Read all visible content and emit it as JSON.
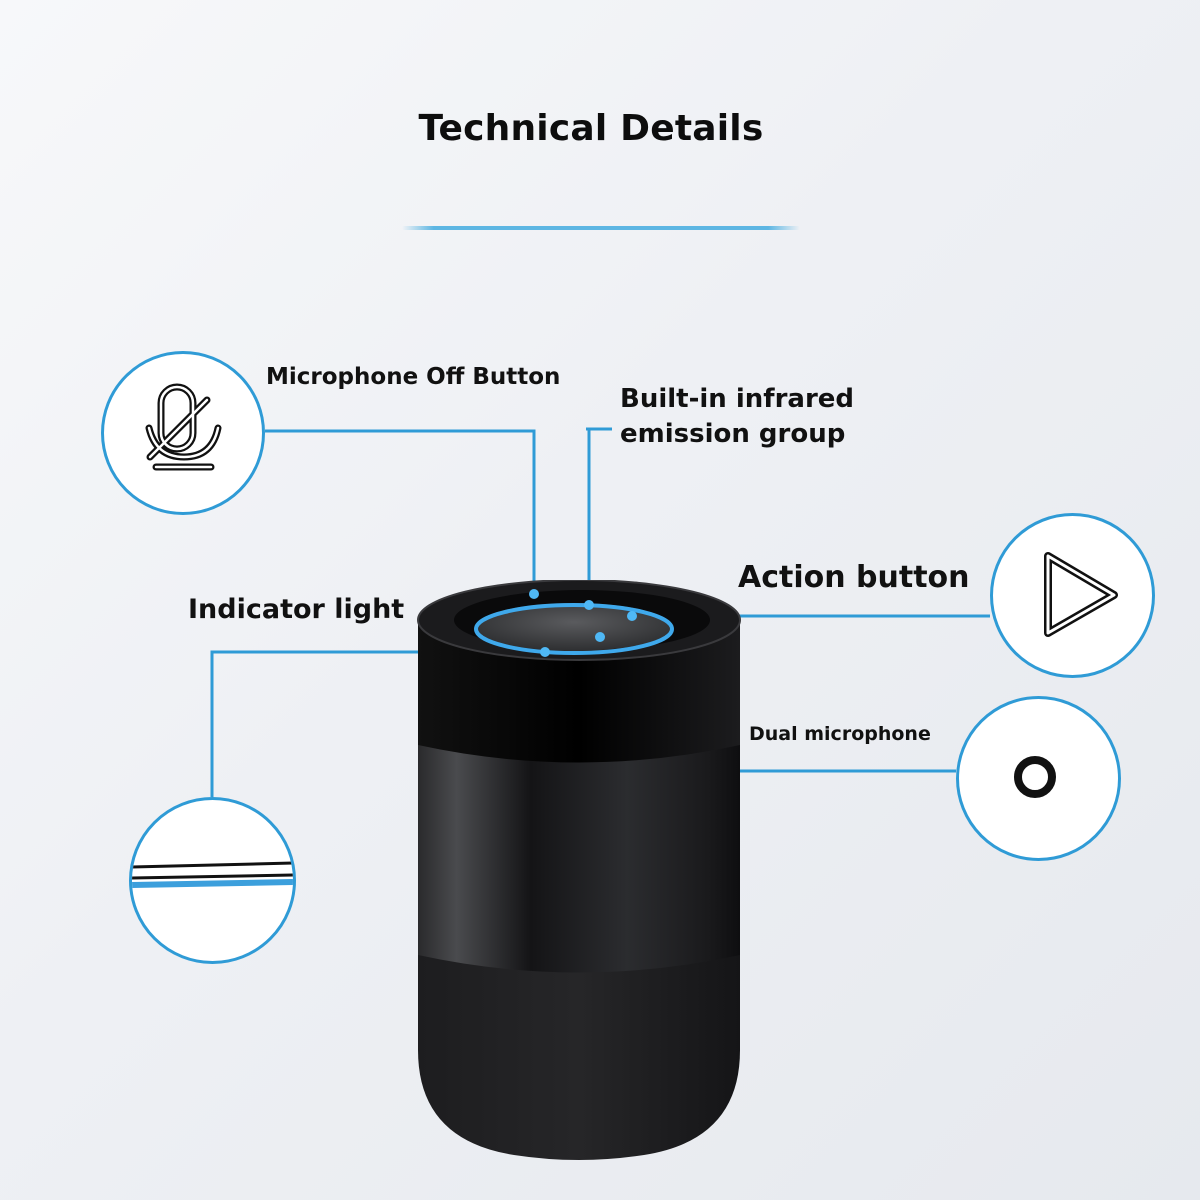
{
  "title": "Technical Details",
  "accent_color": "#2f9bd6",
  "callouts": {
    "microphone_off": {
      "label": "Microphone Off Button",
      "icon": "microphone-off-icon"
    },
    "infrared": {
      "line1": "Built-in infrared",
      "line2": "emission group"
    },
    "action": {
      "label": "Action button",
      "icon": "play-triangle-icon"
    },
    "indicator": {
      "label": "Indicator light",
      "icon": "light-ring-icon"
    },
    "dual_mic": {
      "label": "Dual microphone",
      "icon": "ring-circle-icon"
    }
  },
  "product": {
    "name": "smart speaker"
  }
}
